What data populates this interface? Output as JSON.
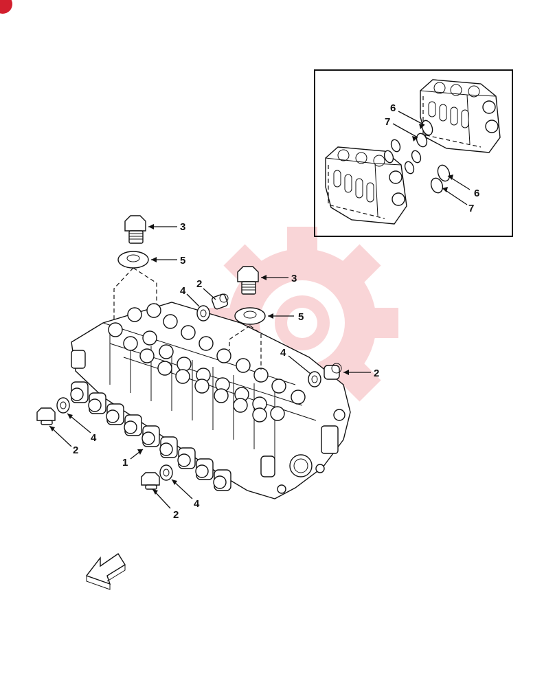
{
  "callouts": {
    "c1": "1",
    "c2a": "2",
    "c2b": "2",
    "c2c": "2",
    "c2d": "2",
    "c3a": "3",
    "c3b": "3",
    "c4a": "4",
    "c4b": "4",
    "c4c": "4",
    "c4d": "4",
    "c5a": "5",
    "c5b": "5",
    "c6a": "6",
    "c6b": "6",
    "c7a": "7",
    "c7b": "7"
  },
  "colors": {
    "line": "#111111",
    "watermark": "#f7c6c8",
    "corner_mark": "#d21f2e"
  },
  "icons": {
    "front_arrow": "front-direction-arrow-icon",
    "watermark": "gear-watermark-icon"
  }
}
